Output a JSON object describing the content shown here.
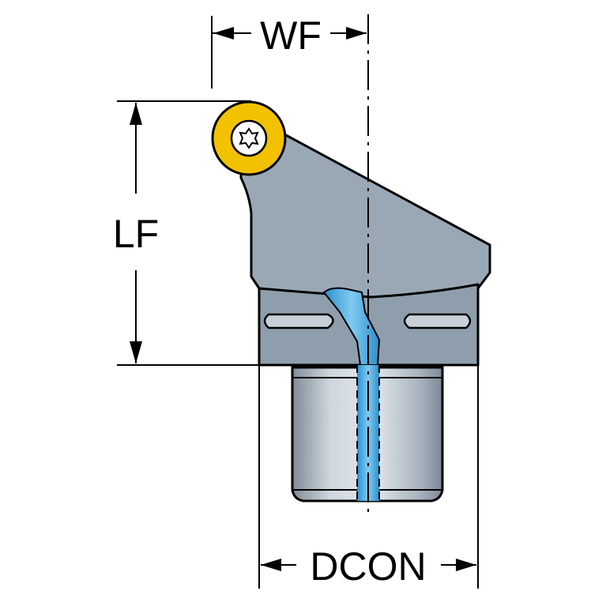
{
  "dimensions": {
    "wf": "WF",
    "lf": "LF",
    "dcon": "DCON"
  },
  "colors": {
    "body": "#9aa8b5",
    "body_dark": "#7e8d9a",
    "insert": "#f2c200",
    "coolant": "#3fa9e0",
    "shank_light": "#d5dbe2",
    "shank_dark": "#8593a1",
    "outline": "#000000"
  }
}
